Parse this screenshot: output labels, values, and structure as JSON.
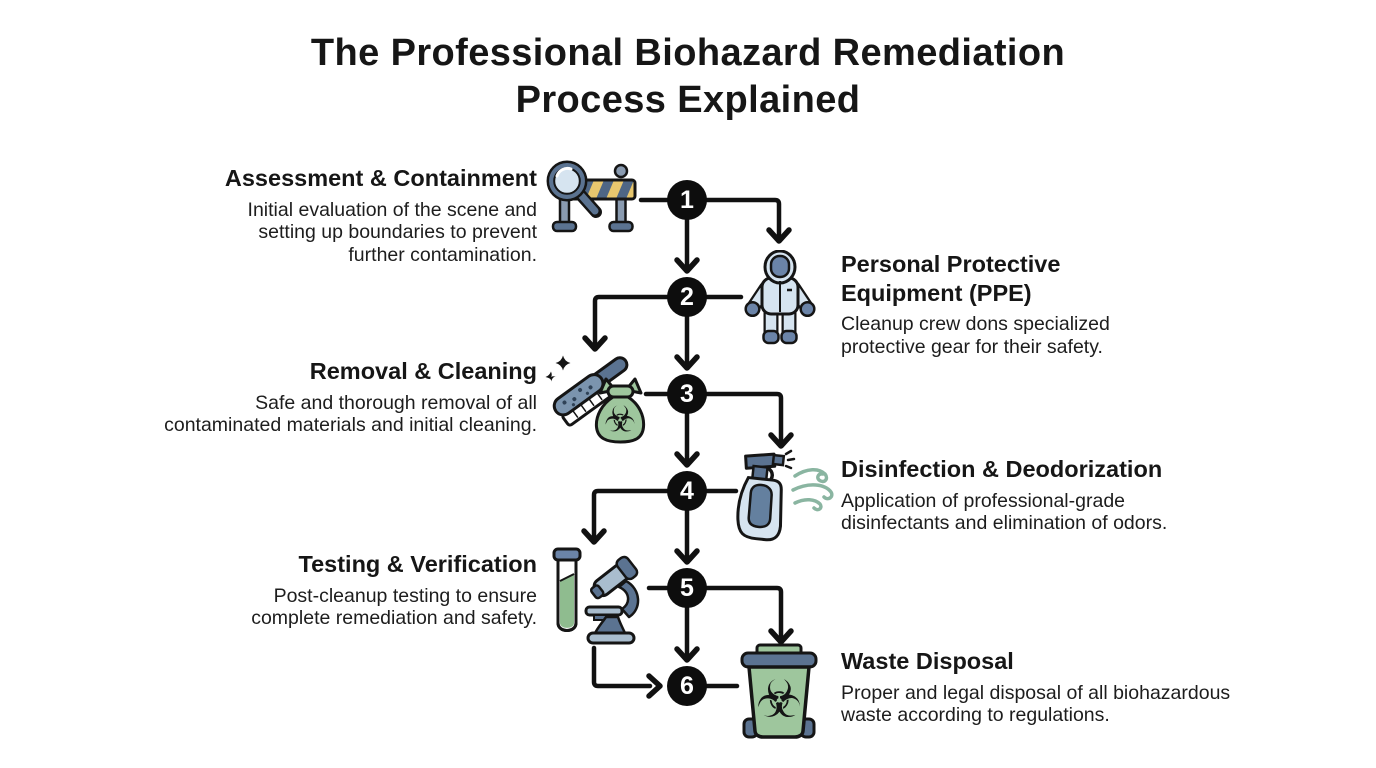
{
  "title": "The Professional Biohazard Remediation\nProcess Explained",
  "steps": [
    {
      "number": "1",
      "title": "Assessment & Containment",
      "description": "Initial evaluation of the scene and\nsetting up boundaries to prevent\nfurther contamination.",
      "side": "left",
      "icon": "magnifier-and-barrier"
    },
    {
      "number": "2",
      "title": "Personal Protective\nEquipment (PPE)",
      "description": "Cleanup crew dons specialized\nprotective gear for their safety.",
      "side": "right",
      "icon": "hazmat-suit"
    },
    {
      "number": "3",
      "title": "Removal & Cleaning",
      "description": "Safe and thorough removal of all\ncontaminated materials and initial cleaning.",
      "side": "left",
      "icon": "scrub-brush-and-biohazard-bag"
    },
    {
      "number": "4",
      "title": "Disinfection & Deodorization",
      "description": "Application of professional-grade\ndisinfectants and elimination of odors.",
      "side": "right",
      "icon": "spray-bottle-with-mist"
    },
    {
      "number": "5",
      "title": "Testing & Verification",
      "description": "Post-cleanup testing to ensure\ncomplete remediation and safety.",
      "side": "left",
      "icon": "test-tube-and-microscope"
    },
    {
      "number": "6",
      "title": "Waste Disposal",
      "description": "Proper and legal disposal of all biohazardous\nwaste according to regulations.",
      "side": "right",
      "icon": "biohazard-waste-bin"
    }
  ],
  "colors": {
    "background": "#ffffff",
    "text": "#1a1a1a",
    "line": "#111111",
    "circle": "#0d0d0d",
    "circle_number": "#ffffff",
    "slate_blue": "#5b7391",
    "light_blue": "#d6e4f0",
    "medium_blue": "#6b84a8",
    "green": "#9ec69d",
    "liquid_green": "#8fbc8f",
    "mist_green": "#8ab5a1",
    "stripe_yellow": "#e8c76e"
  }
}
